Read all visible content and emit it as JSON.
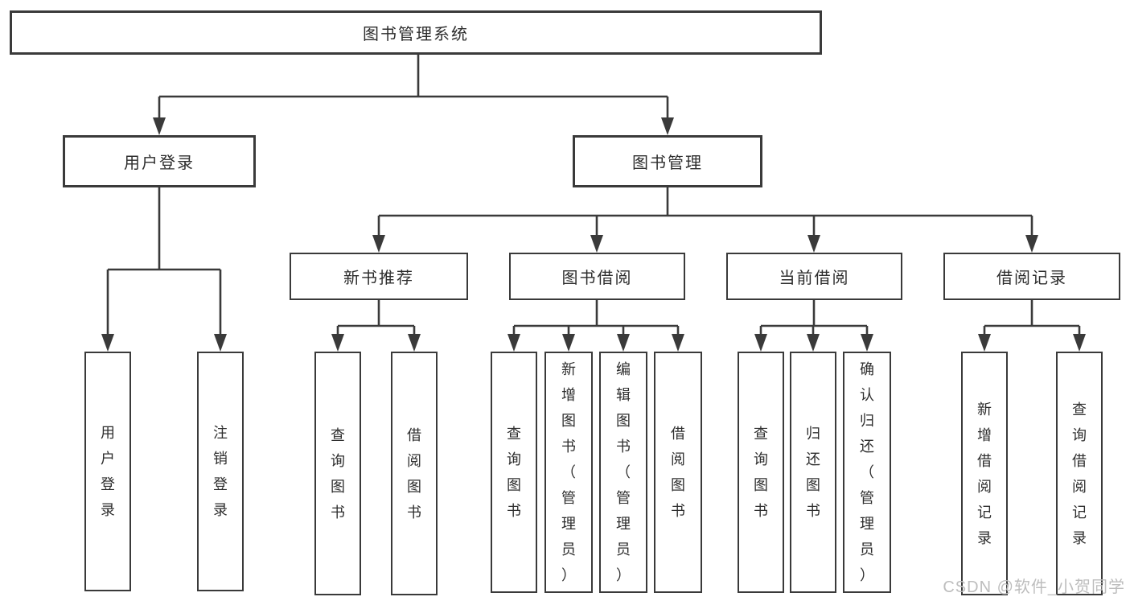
{
  "tree": {
    "root": "图书管理系统",
    "level2": [
      {
        "label": "用户登录"
      },
      {
        "label": "图书管理"
      }
    ],
    "level3": [
      {
        "label": "新书推荐"
      },
      {
        "label": "图书借阅"
      },
      {
        "label": "当前借阅"
      },
      {
        "label": "借阅记录"
      }
    ],
    "leafGroups": [
      {
        "parent": "用户登录",
        "items": [
          "用户登录",
          "注销登录"
        ]
      },
      {
        "parent": "新书推荐",
        "items": [
          "查询图书",
          "借阅图书"
        ]
      },
      {
        "parent": "图书借阅",
        "items": [
          "查询图书",
          "新增图书（管理员）",
          "编辑图书（管理员）",
          "借阅图书"
        ]
      },
      {
        "parent": "当前借阅",
        "items": [
          "查询图书",
          "归还图书",
          "确认归还（管理员）"
        ]
      },
      {
        "parent": "借阅记录",
        "items": [
          "新增借阅记录",
          "查询借阅记录"
        ]
      }
    ]
  },
  "watermark": "CSDN @软件_小贺同学",
  "colors": {
    "line": "#3a3a3a",
    "text": "#2d2d2d",
    "background": "#ffffff",
    "watermark": "#bdbdbd"
  }
}
